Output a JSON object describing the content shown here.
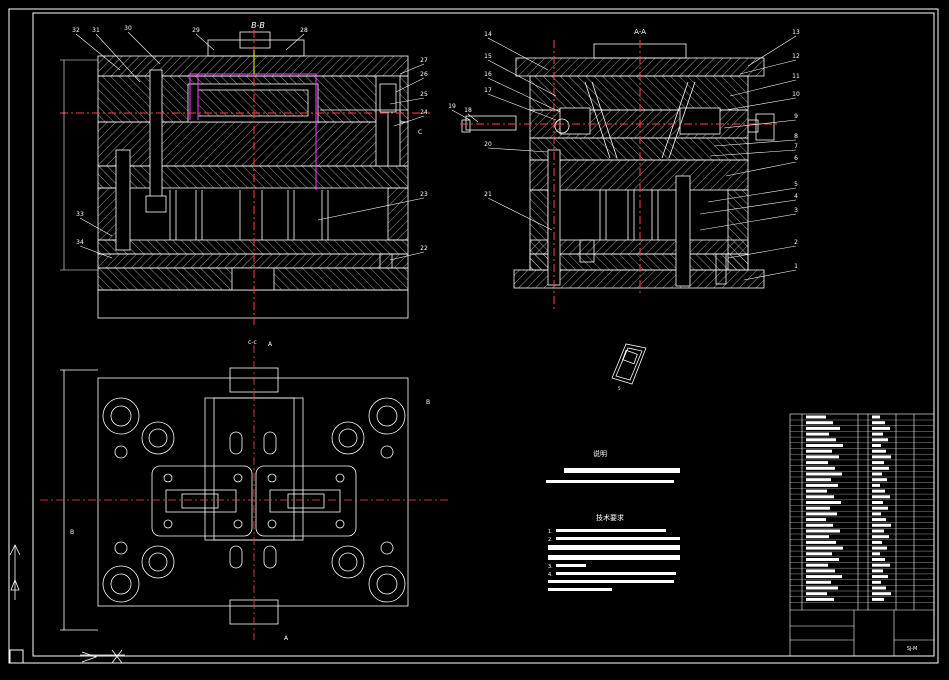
{
  "drawing": {
    "colors": {
      "background": "#000000",
      "line": "#ffffff",
      "center_line": "#ff4040",
      "accent_magenta": "#ff40ff",
      "accent_yellow": "#ffff00"
    },
    "section_bb": "B-B",
    "section_aa": "A-A",
    "section_cc": "c-c",
    "mark_a": "A",
    "mark_b": "B",
    "mark_c": "C",
    "part_number_label": "5",
    "left_labels": [
      "32",
      "31",
      "30",
      "29",
      "28",
      "27",
      "26",
      "25",
      "24",
      "23",
      "22",
      "33",
      "34"
    ],
    "right_labels": [
      "14",
      "15",
      "16",
      "17",
      "19",
      "18",
      "20",
      "21",
      "13",
      "12",
      "11",
      "10",
      "9",
      "8",
      "7",
      "6",
      "5",
      "4",
      "3",
      "2",
      "1"
    ],
    "notes": {
      "heading": "说明",
      "tech_heading": "技术要求",
      "items": [
        "1.",
        "2.",
        "3.",
        "4."
      ]
    },
    "title_block": {
      "drawing_no": "SJ-M"
    }
  }
}
